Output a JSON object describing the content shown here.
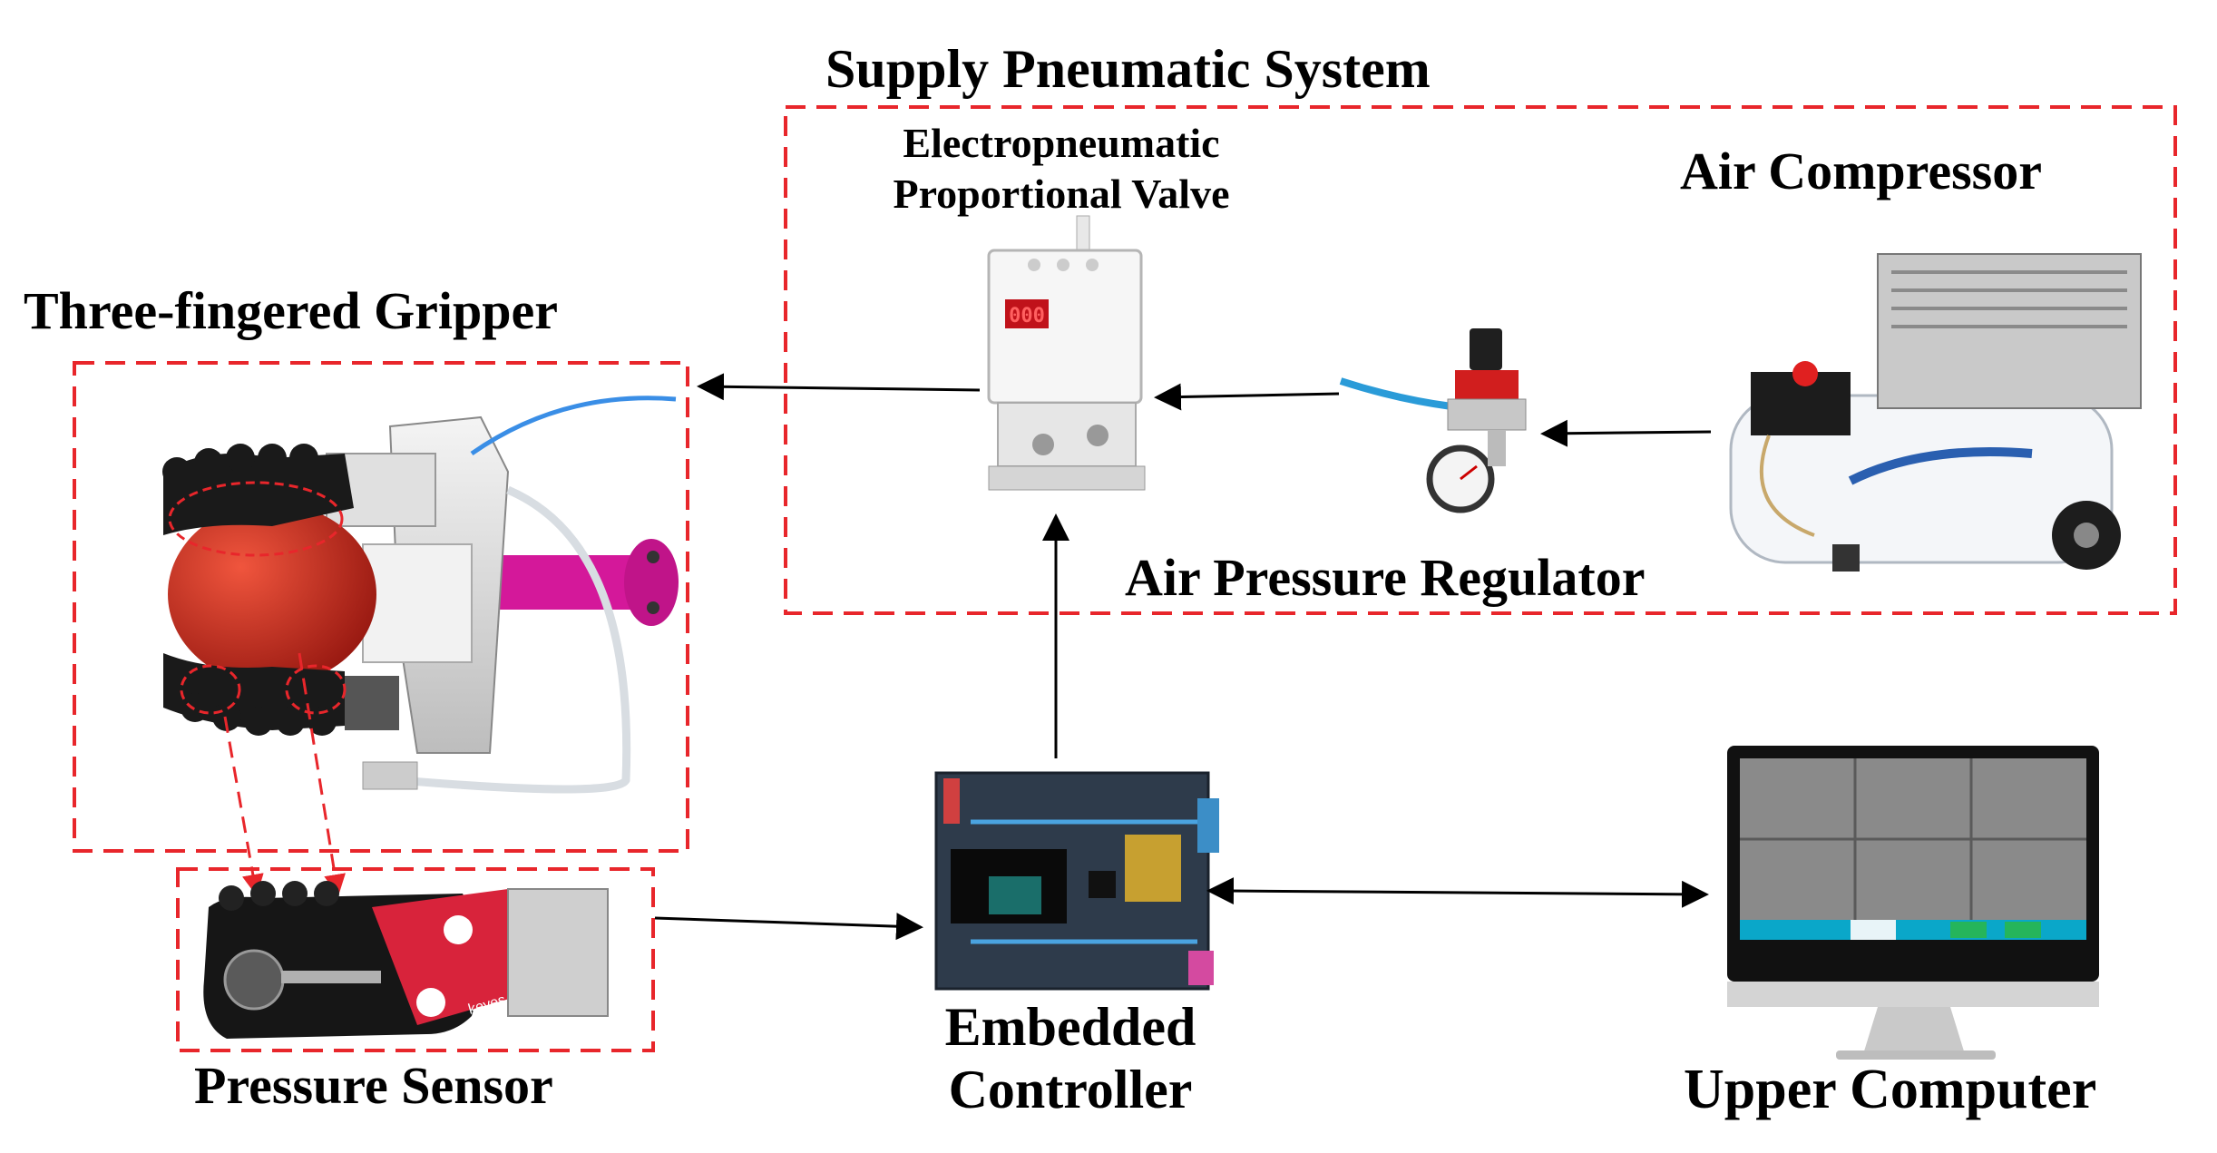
{
  "labels": {
    "supply_system": "Supply Pneumatic System",
    "valve_line1": "Electropneumatic",
    "valve_line2": "Proportional Valve",
    "air_compressor": "Air Compressor",
    "gripper": "Three-fingered Gripper",
    "regulator": "Air Pressure Regulator",
    "pressure_sensor": "Pressure Sensor",
    "controller_line1": "Embedded",
    "controller_line2": "Controller",
    "upper_computer": "Upper Computer"
  },
  "device_text": {
    "valve_display": "000",
    "sensor_brand": "keyes"
  },
  "colors": {
    "dashed_box": "#e8262b",
    "arrow": "#000000",
    "screen_bg": "#8a8a8a",
    "screen_bar": "#0aa7c9",
    "pcb": "#2e3b4b",
    "apple": "#c8281f",
    "sensor_board": "#d8233b"
  }
}
